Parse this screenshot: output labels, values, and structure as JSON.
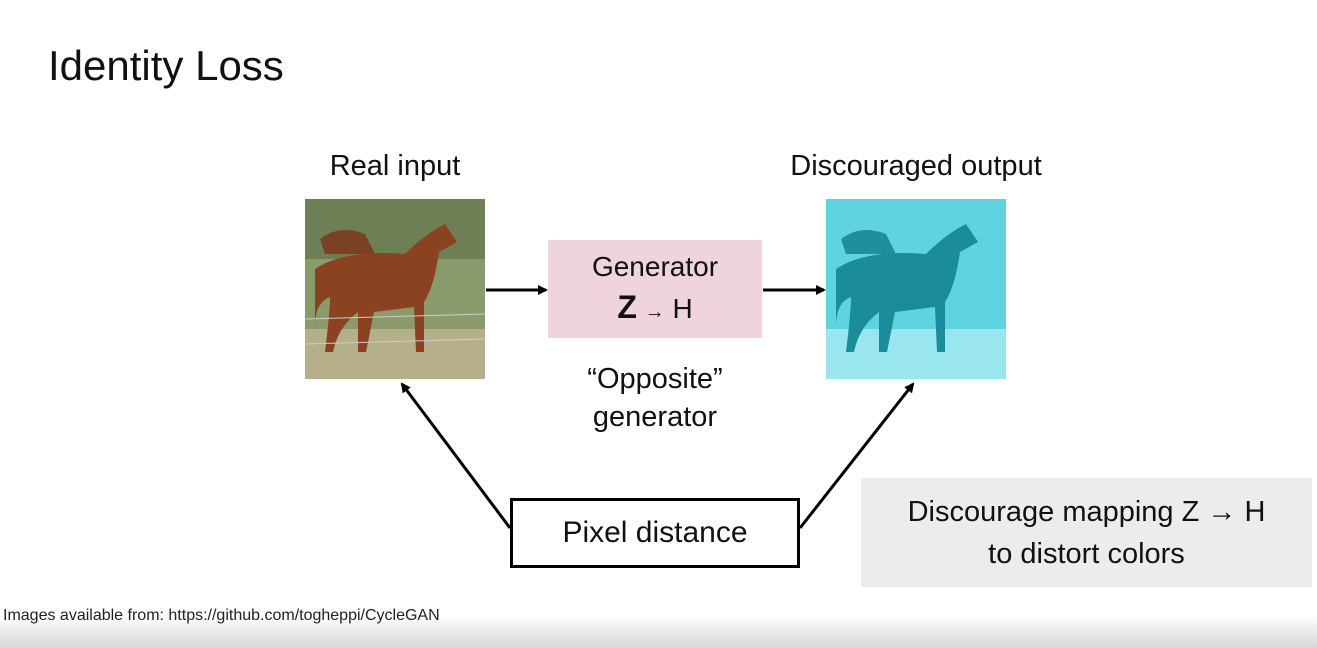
{
  "title": "Identity Loss",
  "real_input_label": "Real input",
  "discouraged_output_label": "Discouraged output",
  "generator": {
    "line1": "Generator",
    "from": "Z",
    "arrow": "→",
    "to": "H"
  },
  "opposite": {
    "line1": "“Opposite”",
    "line2": "generator"
  },
  "pixel_distance": "Pixel distance",
  "note": {
    "line1": "Discourage mapping Z → H",
    "line2": "to distort colors"
  },
  "footer": "Images available from: https://github.com/togheppi/CycleGAN",
  "colors": {
    "generator_box": "#efd3df",
    "note_box": "#ececec",
    "output_tint": "#2fc0d0"
  }
}
